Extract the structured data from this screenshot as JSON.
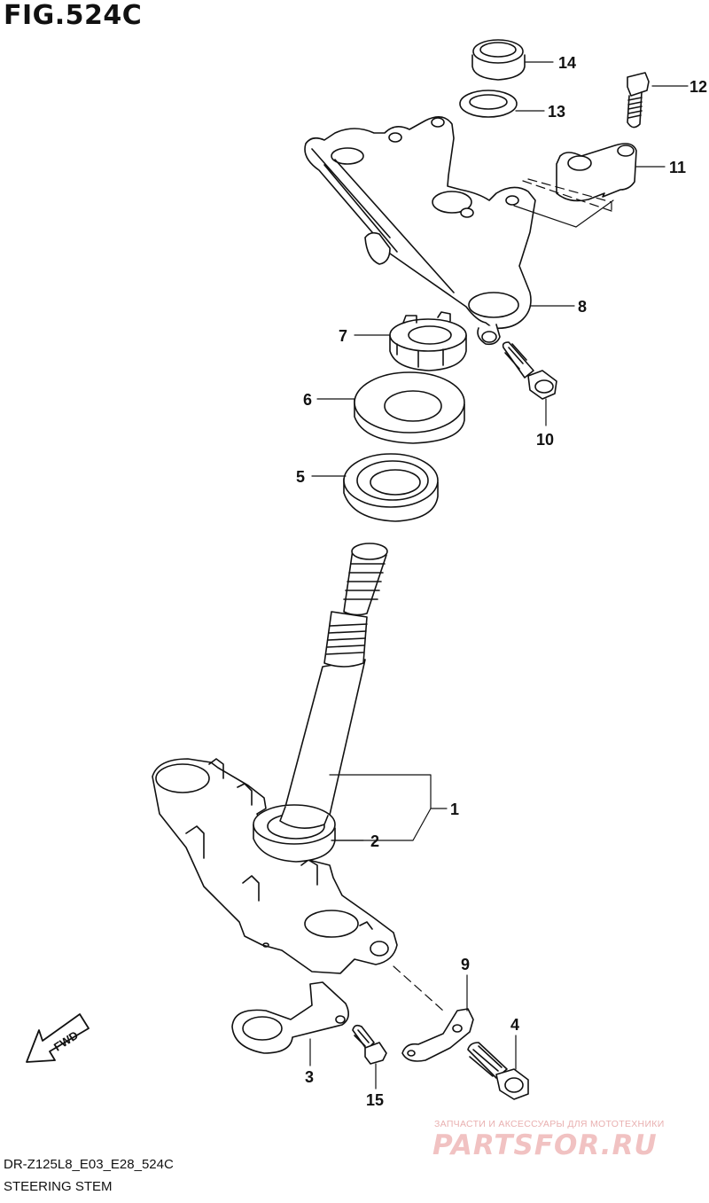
{
  "figure": {
    "title": "FIG.524C",
    "model_code": "DR-Z125L8_E03_E28_524C",
    "section_name": "STEERING STEM",
    "fwd_label": "FWD"
  },
  "callouts": [
    {
      "id": "1",
      "label": "1"
    },
    {
      "id": "2",
      "label": "2"
    },
    {
      "id": "3",
      "label": "3"
    },
    {
      "id": "4",
      "label": "4"
    },
    {
      "id": "5",
      "label": "5"
    },
    {
      "id": "6",
      "label": "6"
    },
    {
      "id": "7",
      "label": "7"
    },
    {
      "id": "8",
      "label": "8"
    },
    {
      "id": "9",
      "label": "9"
    },
    {
      "id": "10",
      "label": "10"
    },
    {
      "id": "11",
      "label": "11"
    },
    {
      "id": "12",
      "label": "12"
    },
    {
      "id": "13",
      "label": "13"
    },
    {
      "id": "14",
      "label": "14"
    },
    {
      "id": "15",
      "label": "15"
    }
  ],
  "watermark": {
    "tagline": "ЗАПЧАСТИ И АКСЕССУАРЫ ДЛЯ МОТОТЕХНИКИ",
    "logo": "PARTSFOR.RU"
  }
}
